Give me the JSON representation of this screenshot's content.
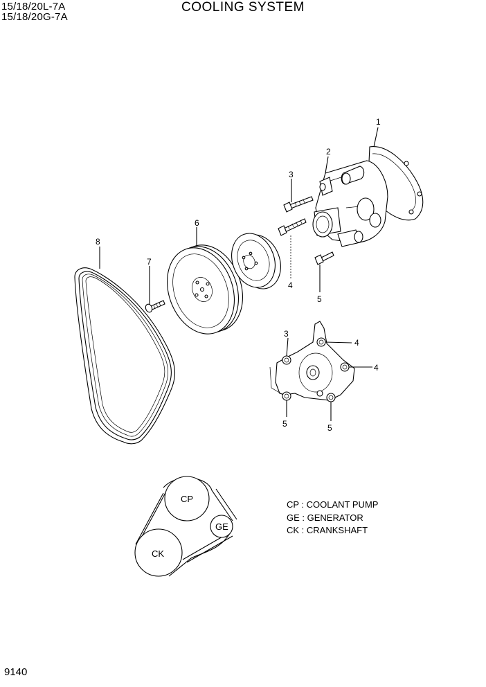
{
  "header": {
    "model_line_1": "15/18/20L-7A",
    "model_line_2": "15/18/20G-7A",
    "title": "COOLING SYSTEM"
  },
  "callouts": {
    "c1": "1",
    "c2": "2",
    "c3": "3",
    "c4": "4",
    "c5": "5",
    "c6": "6",
    "c7": "7",
    "c8": "8",
    "pump_3": "3",
    "pump_4a": "4",
    "pump_4b": "4",
    "pump_5a": "5",
    "pump_5b": "5"
  },
  "belt_layout": {
    "cp": "CP",
    "ge": "GE",
    "ck": "CK"
  },
  "legend": [
    "CP : COOLANT PUMP",
    "GE : GENERATOR",
    "CK : CRANKSHAFT"
  ],
  "footer": {
    "page_number": "9140"
  }
}
